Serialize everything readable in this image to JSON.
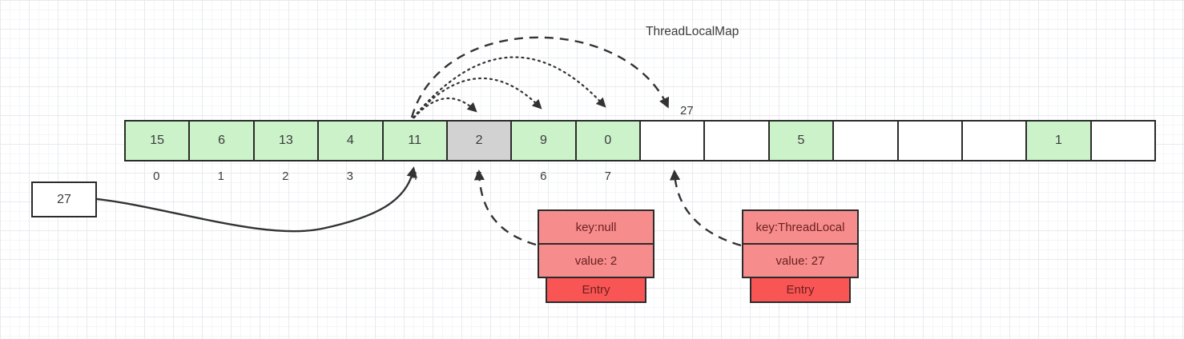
{
  "title": "ThreadLocalMap",
  "array": {
    "cells": [
      {
        "value": "15",
        "state": "occupied"
      },
      {
        "value": "6",
        "state": "occupied"
      },
      {
        "value": "13",
        "state": "occupied"
      },
      {
        "value": "4",
        "state": "occupied"
      },
      {
        "value": "11",
        "state": "occupied"
      },
      {
        "value": "2",
        "state": "stale"
      },
      {
        "value": "9",
        "state": "occupied"
      },
      {
        "value": "0",
        "state": "occupied"
      },
      {
        "value": "",
        "state": "empty"
      },
      {
        "value": "",
        "state": "empty"
      },
      {
        "value": "5",
        "state": "occupied"
      },
      {
        "value": "",
        "state": "empty"
      },
      {
        "value": "",
        "state": "empty"
      },
      {
        "value": "",
        "state": "empty"
      },
      {
        "value": "1",
        "state": "occupied"
      },
      {
        "value": "",
        "state": "empty"
      }
    ],
    "index_labels": [
      "0",
      "1",
      "2",
      "3",
      "4",
      "5",
      "6",
      "7"
    ]
  },
  "incoming_value_box": {
    "label": "27"
  },
  "probe_label": "27",
  "entries": [
    {
      "key": "key:null",
      "value": "value: 2",
      "footer": "Entry"
    },
    {
      "key": "key:ThreadLocal",
      "value": "value: 27",
      "footer": "Entry"
    }
  ],
  "colors": {
    "cell_occupied": "#cbf2c9",
    "cell_stale": "#d2d2d2",
    "cell_empty": "#ffffff",
    "entry_row": "#f78c8c",
    "entry_footer": "#fa5555",
    "entry_text": "#6b2020",
    "border": "#2b2b2b",
    "arrow": "#333333",
    "text": "#3c3c3c",
    "grid_minor": "#f5f6f8",
    "grid_major": "#e9eaee"
  }
}
